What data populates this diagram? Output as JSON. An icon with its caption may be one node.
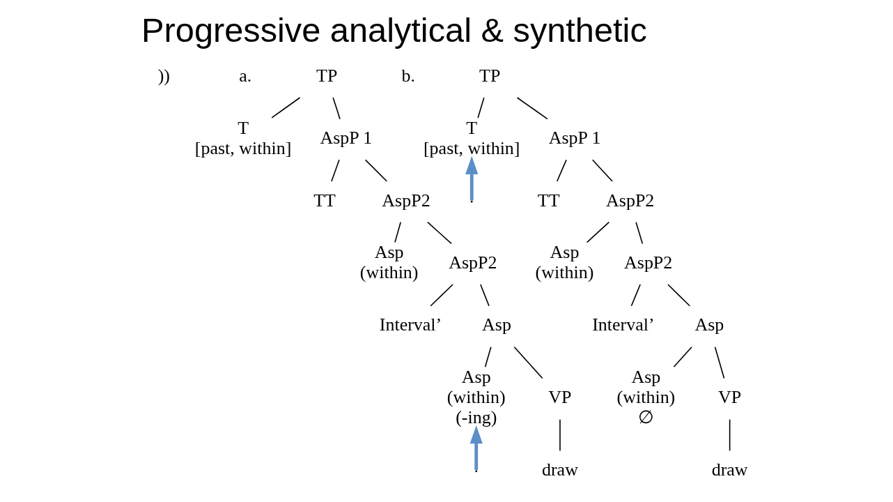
{
  "diagram": {
    "title": "Progressive analytical & synthetic",
    "nodes": [
      {
        "text": [
          "TP"
        ]
      },
      {
        "text": [
          "T",
          "[past, within]"
        ]
      },
      {
        "text": [
          "AspP 1"
        ]
      },
      {
        "text": [
          "TT"
        ]
      },
      {
        "text": [
          "AspP2"
        ]
      },
      {
        "text": [
          "Asp",
          "(within)"
        ]
      },
      {
        "text": [
          "AspP2"
        ]
      },
      {
        "text": [
          "Interval’"
        ]
      },
      {
        "text": [
          "Asp"
        ]
      },
      {
        "text": [
          "Asp",
          "(within)",
          "(-ing)"
        ]
      },
      {
        "text": [
          "VP"
        ]
      },
      {
        "text": [
          "draw"
        ]
      },
      {
        "text": [
          "TP"
        ]
      },
      {
        "text": [
          "T",
          "[past, within]"
        ]
      },
      {
        "text": [
          "AspP 1"
        ]
      },
      {
        "text": [
          "TT"
        ]
      },
      {
        "text": [
          "AspP2"
        ]
      },
      {
        "text": [
          "Asp",
          "(within)"
        ]
      },
      {
        "text": [
          "AspP2"
        ]
      },
      {
        "text": [
          "Interval’"
        ]
      },
      {
        "text": [
          "Asp"
        ]
      },
      {
        "text": [
          "Asp",
          "(within)",
          "∅"
        ]
      },
      {
        "text": [
          "VP"
        ]
      },
      {
        "text": [
          "draw"
        ]
      }
    ],
    "edges": [
      {
        "from": 0,
        "to": 1,
        "arrow": "none"
      },
      {
        "from": 0,
        "to": 2,
        "arrow": "none"
      },
      {
        "from": 2,
        "to": 3,
        "arrow": "none"
      },
      {
        "from": 2,
        "to": 4,
        "arrow": "none"
      },
      {
        "from": 4,
        "to": 5,
        "arrow": "none"
      },
      {
        "from": 4,
        "to": 6,
        "arrow": "none"
      },
      {
        "from": 6,
        "to": 7,
        "arrow": "none"
      },
      {
        "from": 6,
        "to": 8,
        "arrow": "none"
      },
      {
        "from": 8,
        "to": 9,
        "arrow": "none"
      },
      {
        "from": 8,
        "to": 10,
        "arrow": "none"
      },
      {
        "from": 10,
        "to": 11,
        "arrow": "none"
      },
      {
        "from": null,
        "to": 9,
        "arrow": "to",
        "style": "thick",
        "color": "#5b8fc7"
      },
      {
        "from": 12,
        "to": 13,
        "arrow": "none"
      },
      {
        "from": 12,
        "to": 14,
        "arrow": "none"
      },
      {
        "from": 14,
        "to": 15,
        "arrow": "none"
      },
      {
        "from": 14,
        "to": 16,
        "arrow": "none"
      },
      {
        "from": 16,
        "to": 17,
        "arrow": "none"
      },
      {
        "from": 16,
        "to": 18,
        "arrow": "none"
      },
      {
        "from": 18,
        "to": 19,
        "arrow": "none"
      },
      {
        "from": 18,
        "to": 20,
        "arrow": "none"
      },
      {
        "from": 20,
        "to": 21,
        "arrow": "none"
      },
      {
        "from": 20,
        "to": 22,
        "arrow": "none"
      },
      {
        "from": 22,
        "to": 23,
        "arrow": "none"
      },
      {
        "from": null,
        "to": 13,
        "arrow": "to",
        "style": "thick",
        "color": "#5b8fc7"
      }
    ],
    "labels": [
      "))",
      "a.",
      "b."
    ]
  }
}
